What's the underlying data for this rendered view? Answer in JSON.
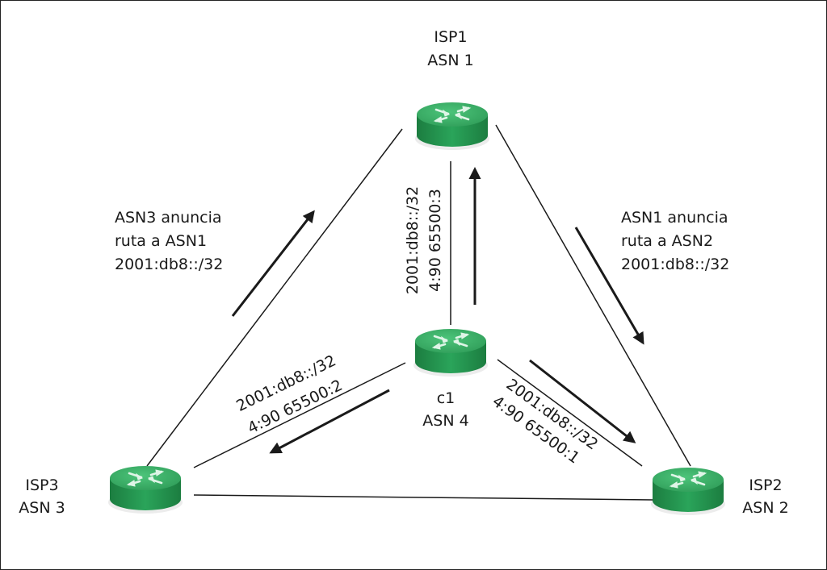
{
  "routers": {
    "isp1": {
      "name": "ISP1",
      "asn": "ASN 1"
    },
    "isp2": {
      "name": "ISP2",
      "asn": "ASN 2"
    },
    "isp3": {
      "name": "ISP3",
      "asn": "ASN 3"
    },
    "c1": {
      "name": "c1",
      "asn": "ASN 4"
    }
  },
  "announcements": {
    "left": [
      "ASN3 anuncia",
      "ruta a ASN1",
      "2001:db8::/32"
    ],
    "right": [
      "ASN1 anuncia",
      "ruta a ASN2",
      "2001:db8::/32"
    ]
  },
  "link_labels": {
    "c1_isp1": [
      "2001:db8::/32",
      "4:90  65500:3"
    ],
    "c1_isp3": [
      "2001:db8::/32",
      "4:90 65500:2"
    ],
    "c1_isp2": [
      "2001:db8::/32",
      "4:90 65500:1"
    ]
  },
  "colors": {
    "router_top": "#3bb36b",
    "router_side": "#1f8a47",
    "router_arrows": "#d9f2e1",
    "line": "#1a1a1a"
  }
}
